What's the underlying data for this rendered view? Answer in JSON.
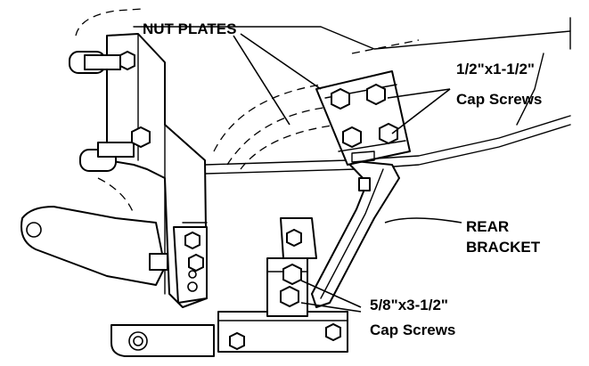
{
  "labels": {
    "nut_plates": "NUT PLATES",
    "cap_screws_top_size": "1/2\"x1-1/2\"",
    "cap_screws_top_name": "Cap Screws",
    "rear_bracket_line1": "REAR",
    "rear_bracket_line2": "BRACKET",
    "cap_screws_bottom_size": "5/8\"x3-1/2\"",
    "cap_screws_bottom_name": "Cap Screws"
  }
}
